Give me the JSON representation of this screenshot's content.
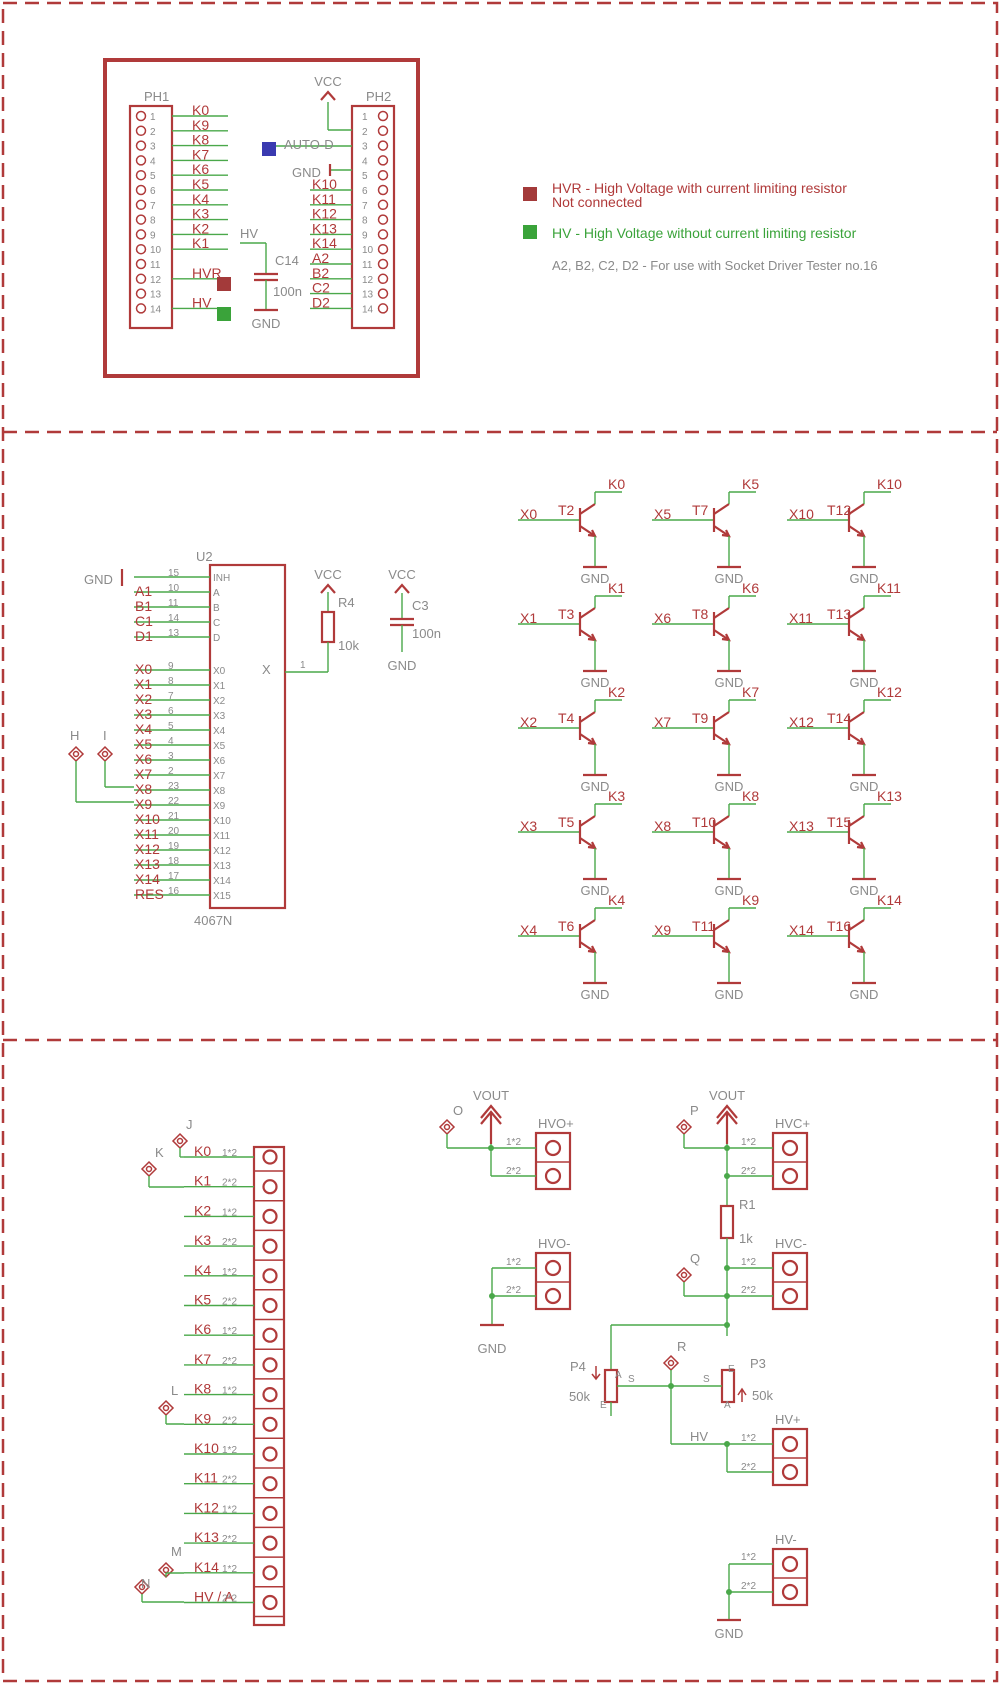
{
  "legend": {
    "hvr_line1": "HVR - High Voltage with current limiting resistor",
    "hvr_line2": "Not connected",
    "hv": "HV - High Voltage without current limiting resistor",
    "note": "A2, B2, C2, D2 - For use with Socket Driver Tester no.16",
    "colors": {
      "hvr": "#a33a3a",
      "hv": "#3aa33a",
      "auto_d": "#3a3ab0",
      "line": "#b03a3a",
      "net": "#4aa84a"
    }
  },
  "ph1": {
    "name": "PH1",
    "signals": [
      "K0",
      "K9",
      "K8",
      "K7",
      "K6",
      "K5",
      "K4",
      "K3",
      "K2",
      "K1",
      "",
      "HVR",
      "",
      "HV"
    ],
    "pins": [
      "1",
      "2",
      "3",
      "4",
      "5",
      "6",
      "7",
      "8",
      "9",
      "10",
      "11",
      "12",
      "13",
      "14"
    ]
  },
  "ph2": {
    "name": "PH2",
    "signals": [
      "",
      "",
      "AUTO-D",
      "",
      "GND",
      "K10",
      "K11",
      "K12",
      "K13",
      "K14",
      "A2",
      "B2",
      "C2",
      "D2"
    ],
    "pins": [
      "1",
      "2",
      "3",
      "4",
      "5",
      "6",
      "7",
      "8",
      "9",
      "10",
      "11",
      "12",
      "13",
      "14"
    ],
    "vcc": "VCC"
  },
  "c14": {
    "name": "C14",
    "value": "100n",
    "net": "HV",
    "gnd": "GND"
  },
  "u2": {
    "name": "U2",
    "part": "4067N",
    "output": "X",
    "output_pin": "1",
    "gnd": "GND",
    "inputs": [
      {
        "net": "",
        "pin": "15",
        "fn": "INH"
      },
      {
        "net": "A1",
        "pin": "10",
        "fn": "A"
      },
      {
        "net": "B1",
        "pin": "11",
        "fn": "B"
      },
      {
        "net": "C1",
        "pin": "14",
        "fn": "C"
      },
      {
        "net": "D1",
        "pin": "13",
        "fn": "D"
      },
      {
        "net": "X0",
        "pin": "9",
        "fn": "X0"
      },
      {
        "net": "X1",
        "pin": "8",
        "fn": "X1"
      },
      {
        "net": "X2",
        "pin": "7",
        "fn": "X2"
      },
      {
        "net": "X3",
        "pin": "6",
        "fn": "X3"
      },
      {
        "net": "X4",
        "pin": "5",
        "fn": "X4"
      },
      {
        "net": "X5",
        "pin": "4",
        "fn": "X5"
      },
      {
        "net": "X6",
        "pin": "3",
        "fn": "X6"
      },
      {
        "net": "X7",
        "pin": "2",
        "fn": "X7"
      },
      {
        "net": "X8",
        "pin": "23",
        "fn": "X8"
      },
      {
        "net": "X9",
        "pin": "22",
        "fn": "X9"
      },
      {
        "net": "X10",
        "pin": "21",
        "fn": "X10"
      },
      {
        "net": "X11",
        "pin": "20",
        "fn": "X11"
      },
      {
        "net": "X12",
        "pin": "19",
        "fn": "X12"
      },
      {
        "net": "X13",
        "pin": "18",
        "fn": "X13"
      },
      {
        "net": "X14",
        "pin": "17",
        "fn": "X14"
      },
      {
        "net": "RES",
        "pin": "16",
        "fn": "X15"
      }
    ]
  },
  "test_points": {
    "h": "H",
    "i": "I",
    "j": "J",
    "k": "K",
    "l": "L",
    "m": "M",
    "n": "N",
    "o": "O",
    "p": "P",
    "q": "Q",
    "r": "R"
  },
  "r4": {
    "name": "R4",
    "value": "10k",
    "vcc": "VCC"
  },
  "c3": {
    "name": "C3",
    "value": "100n",
    "vcc": "VCC",
    "gnd": "GND"
  },
  "transistors": [
    [
      {
        "input": "X0",
        "name": "T2",
        "output": "K0",
        "gnd": "GND"
      },
      {
        "input": "X5",
        "name": "T7",
        "output": "K5",
        "gnd": "GND"
      },
      {
        "input": "X10",
        "name": "T12",
        "output": "K10",
        "gnd": "GND"
      }
    ],
    [
      {
        "input": "X1",
        "name": "T3",
        "output": "K1",
        "gnd": "GND"
      },
      {
        "input": "X6",
        "name": "T8",
        "output": "K6",
        "gnd": "GND"
      },
      {
        "input": "X11",
        "name": "T13",
        "output": "K11",
        "gnd": "GND"
      }
    ],
    [
      {
        "input": "X2",
        "name": "T4",
        "output": "K2",
        "gnd": "GND"
      },
      {
        "input": "X7",
        "name": "T9",
        "output": "K7",
        "gnd": "GND"
      },
      {
        "input": "X12",
        "name": "T14",
        "output": "K12",
        "gnd": "GND"
      }
    ],
    [
      {
        "input": "X3",
        "name": "T5",
        "output": "K3",
        "gnd": "GND"
      },
      {
        "input": "X8",
        "name": "T10",
        "output": "K8",
        "gnd": "GND"
      },
      {
        "input": "X13",
        "name": "T15",
        "output": "K13",
        "gnd": "GND"
      }
    ],
    [
      {
        "input": "X4",
        "name": "T6",
        "output": "K4",
        "gnd": "GND"
      },
      {
        "input": "X9",
        "name": "T11",
        "output": "K9",
        "gnd": "GND"
      },
      {
        "input": "X14",
        "name": "T16",
        "output": "K14",
        "gnd": "GND"
      }
    ]
  ],
  "terminal_strip": {
    "nets": [
      "K0",
      "K1",
      "K2",
      "K3",
      "K4",
      "K5",
      "K6",
      "K7",
      "K8",
      "K9",
      "K10",
      "K11",
      "K12",
      "K13",
      "K14",
      "HV / A"
    ],
    "pins": [
      "1*2",
      "2*2",
      "1*2",
      "2*2",
      "1*2",
      "2*2",
      "1*2",
      "2*2",
      "1*2",
      "2*2",
      "1*2",
      "2*2",
      "1*2",
      "2*2",
      "1*2",
      "2*2"
    ]
  },
  "hv_section": {
    "vout": "VOUT",
    "hvo_plus": "HVO+",
    "hvo_minus": "HVO-",
    "hvc_plus": "HVC+",
    "hvc_minus": "HVC-",
    "hv_plus": "HV+",
    "hv_minus": "HV-",
    "pin1": "1*2",
    "pin2": "2*2",
    "gnd": "GND",
    "r1": {
      "name": "R1",
      "value": "1k"
    },
    "p3": {
      "name": "P3",
      "value": "50k"
    },
    "p4": {
      "name": "P4",
      "value": "50k"
    },
    "pot_a": "A",
    "pot_e": "E",
    "pot_s": "S",
    "hv_net": "HV"
  }
}
